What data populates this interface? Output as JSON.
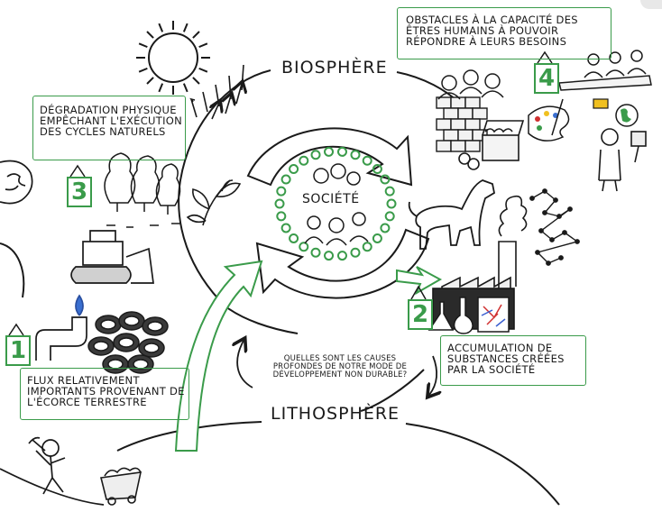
{
  "labels": {
    "biosphere": "BIOSPHÈRE",
    "lithosphere": "LITHOSPHÈRE",
    "societe": "SOCIÉTÉ"
  },
  "question": "QUELLES SONT LES CAUSES PROFONDES DE NOTRE MODE DE DÉVELOPPEMENT NON DURABLE?",
  "conditions": [
    {
      "number": "1",
      "text": "FLUX RELATIVEMENT IMPORTANTS PROVENANT DE L'ÉCORCE TERRESTRE"
    },
    {
      "number": "2",
      "text": "ACCUMULATION DE SUBSTANCES CRÉÉES PAR LA SOCIÉTÉ"
    },
    {
      "number": "3",
      "text": "DÉGRADATION PHYSIQUE EMPÊCHANT L'EXÉCUTION DES CYCLES NATURELS"
    },
    {
      "number": "4",
      "text": "OBSTACLES À LA CAPACITÉ DES ÊTRES HUMAINS À POUVOIR RÉPONDRE À LEURS BESOINS"
    }
  ],
  "colors": {
    "accent": "#3a9b4a",
    "ink": "#1a1a1a"
  }
}
